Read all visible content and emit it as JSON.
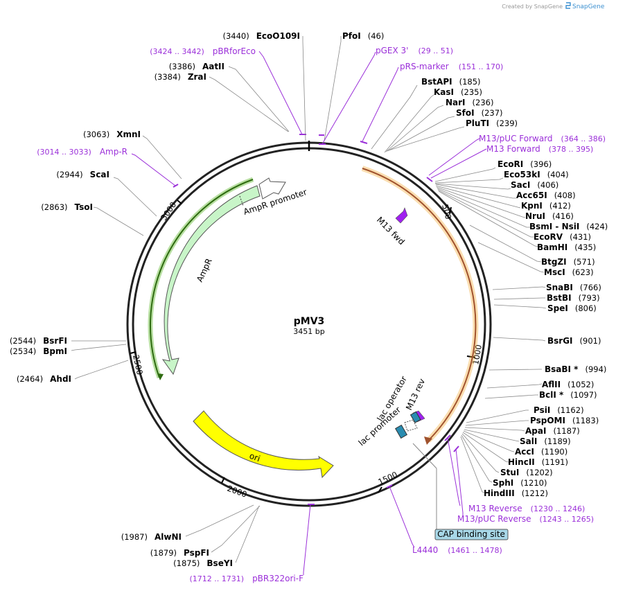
{
  "watermark": "Created by SnapGene",
  "plasmid": {
    "name": "pMV3",
    "size": "3451 bp"
  },
  "ticks": [
    "500",
    "1000",
    "1500",
    "2000",
    "2500",
    "3000"
  ],
  "colors": {
    "primer": "#9b30d9",
    "ampr_fill": "#c8f5c8",
    "ori_fill": "#ffff00",
    "lac_fill": "#2a8cb0",
    "orange": "#f0a020",
    "cap_fill": "#a8d8e8"
  },
  "features": {
    "ampr": "AmpR",
    "ampr_promoter": "AmpR promoter",
    "ori": "ori",
    "m13fwd": "M13 fwd",
    "m13rev": "M13 rev",
    "lac_operator": "lac operator",
    "lac_promoter": "lac promoter",
    "cap": "CAP binding site"
  },
  "sites_right": [
    {
      "name": "PfoI",
      "pos": "(46)"
    },
    {
      "name": "BstAPI",
      "pos": "(185)"
    },
    {
      "name": "KasI",
      "pos": "(235)"
    },
    {
      "name": "NarI",
      "pos": "(236)"
    },
    {
      "name": "SfoI",
      "pos": "(237)"
    },
    {
      "name": "PluTI",
      "pos": "(239)"
    },
    {
      "name": "EcoRI",
      "pos": "(396)"
    },
    {
      "name": "Eco53kI",
      "pos": "(404)"
    },
    {
      "name": "SacI",
      "pos": "(406)"
    },
    {
      "name": "Acc65I",
      "pos": "(408)"
    },
    {
      "name": "KpnI",
      "pos": "(412)"
    },
    {
      "name": "NruI",
      "pos": "(416)"
    },
    {
      "name": "BsmI - NsiI",
      "pos": "(424)"
    },
    {
      "name": "EcoRV",
      "pos": "(431)"
    },
    {
      "name": "BamHI",
      "pos": "(435)"
    },
    {
      "name": "BtgZI",
      "pos": "(571)"
    },
    {
      "name": "MscI",
      "pos": "(623)"
    },
    {
      "name": "SnaBI",
      "pos": "(766)"
    },
    {
      "name": "BstBI",
      "pos": "(793)"
    },
    {
      "name": "SpeI",
      "pos": "(806)"
    },
    {
      "name": "BsrGI",
      "pos": "(901)"
    },
    {
      "name": "BsaBI *",
      "pos": "(994)"
    },
    {
      "name": "AflII",
      "pos": "(1052)"
    },
    {
      "name": "BclI *",
      "pos": "(1097)"
    },
    {
      "name": "PsiI",
      "pos": "(1162)"
    },
    {
      "name": "PspOMI",
      "pos": "(1183)"
    },
    {
      "name": "ApaI",
      "pos": "(1187)"
    },
    {
      "name": "SalI",
      "pos": "(1189)"
    },
    {
      "name": "AccI",
      "pos": "(1190)"
    },
    {
      "name": "HincII",
      "pos": "(1191)"
    },
    {
      "name": "StuI",
      "pos": "(1202)"
    },
    {
      "name": "SphI",
      "pos": "(1210)"
    },
    {
      "name": "HindIII",
      "pos": "(1212)"
    }
  ],
  "sites_left": [
    {
      "name": "EcoO109I",
      "pos": "(3440)"
    },
    {
      "name": "AatII",
      "pos": "(3386)"
    },
    {
      "name": "ZraI",
      "pos": "(3384)"
    },
    {
      "name": "XmnI",
      "pos": "(3063)"
    },
    {
      "name": "ScaI",
      "pos": "(2944)"
    },
    {
      "name": "TsoI",
      "pos": "(2863)"
    },
    {
      "name": "BsrFI",
      "pos": "(2544)"
    },
    {
      "name": "BpmI",
      "pos": "(2534)"
    },
    {
      "name": "AhdI",
      "pos": "(2464)"
    },
    {
      "name": "AlwNI",
      "pos": "(1987)"
    },
    {
      "name": "PspFI",
      "pos": "(1879)"
    },
    {
      "name": "BseYI",
      "pos": "(1875)"
    }
  ],
  "primers": [
    {
      "name": "pGEX 3'",
      "range": "(29 .. 51)"
    },
    {
      "name": "pRS-marker",
      "range": "(151 .. 170)"
    },
    {
      "name": "M13/pUC Forward",
      "range": "(364 .. 386)"
    },
    {
      "name": "M13 Forward",
      "range": "(378 .. 395)"
    },
    {
      "name": "M13 Reverse",
      "range": "(1230 .. 1246)"
    },
    {
      "name": "M13/pUC Reverse",
      "range": "(1243 .. 1265)"
    },
    {
      "name": "L4440",
      "range": "(1461 .. 1478)"
    },
    {
      "name": "pBR322ori-F",
      "range": "(1712 .. 1731)"
    },
    {
      "name": "Amp-R",
      "range": "(3014 .. 3033)"
    },
    {
      "name": "pBRforEco",
      "range": "(3424 .. 3442)"
    }
  ]
}
